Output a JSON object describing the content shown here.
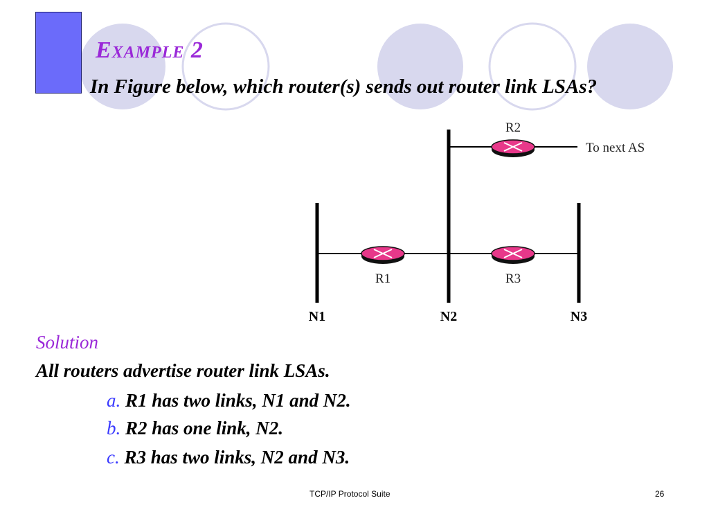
{
  "slide": {
    "title": "Example 2",
    "question": "In Figure below, which router(s) sends out router link LSAs?"
  },
  "diagram": {
    "routers": [
      {
        "id": "R1",
        "label": "R1"
      },
      {
        "id": "R2",
        "label": "R2"
      },
      {
        "id": "R3",
        "label": "R3"
      }
    ],
    "networks": [
      {
        "id": "N1",
        "label": "N1"
      },
      {
        "id": "N2",
        "label": "N2"
      },
      {
        "id": "N3",
        "label": "N3"
      }
    ],
    "external_label": "To next AS",
    "router_color": "#e8388a"
  },
  "solution": {
    "title": "Solution",
    "intro": "All routers advertise router link LSAs.",
    "items": [
      {
        "marker": "a.",
        "text": "R1 has two links, N1 and N2."
      },
      {
        "marker": "b.",
        "text": "R2 has one link, N2."
      },
      {
        "marker": "c.",
        "text": "R3 has two links, N2 and N3."
      }
    ]
  },
  "footer": {
    "center": "TCP/IP Protocol Suite",
    "page_number": "26"
  }
}
